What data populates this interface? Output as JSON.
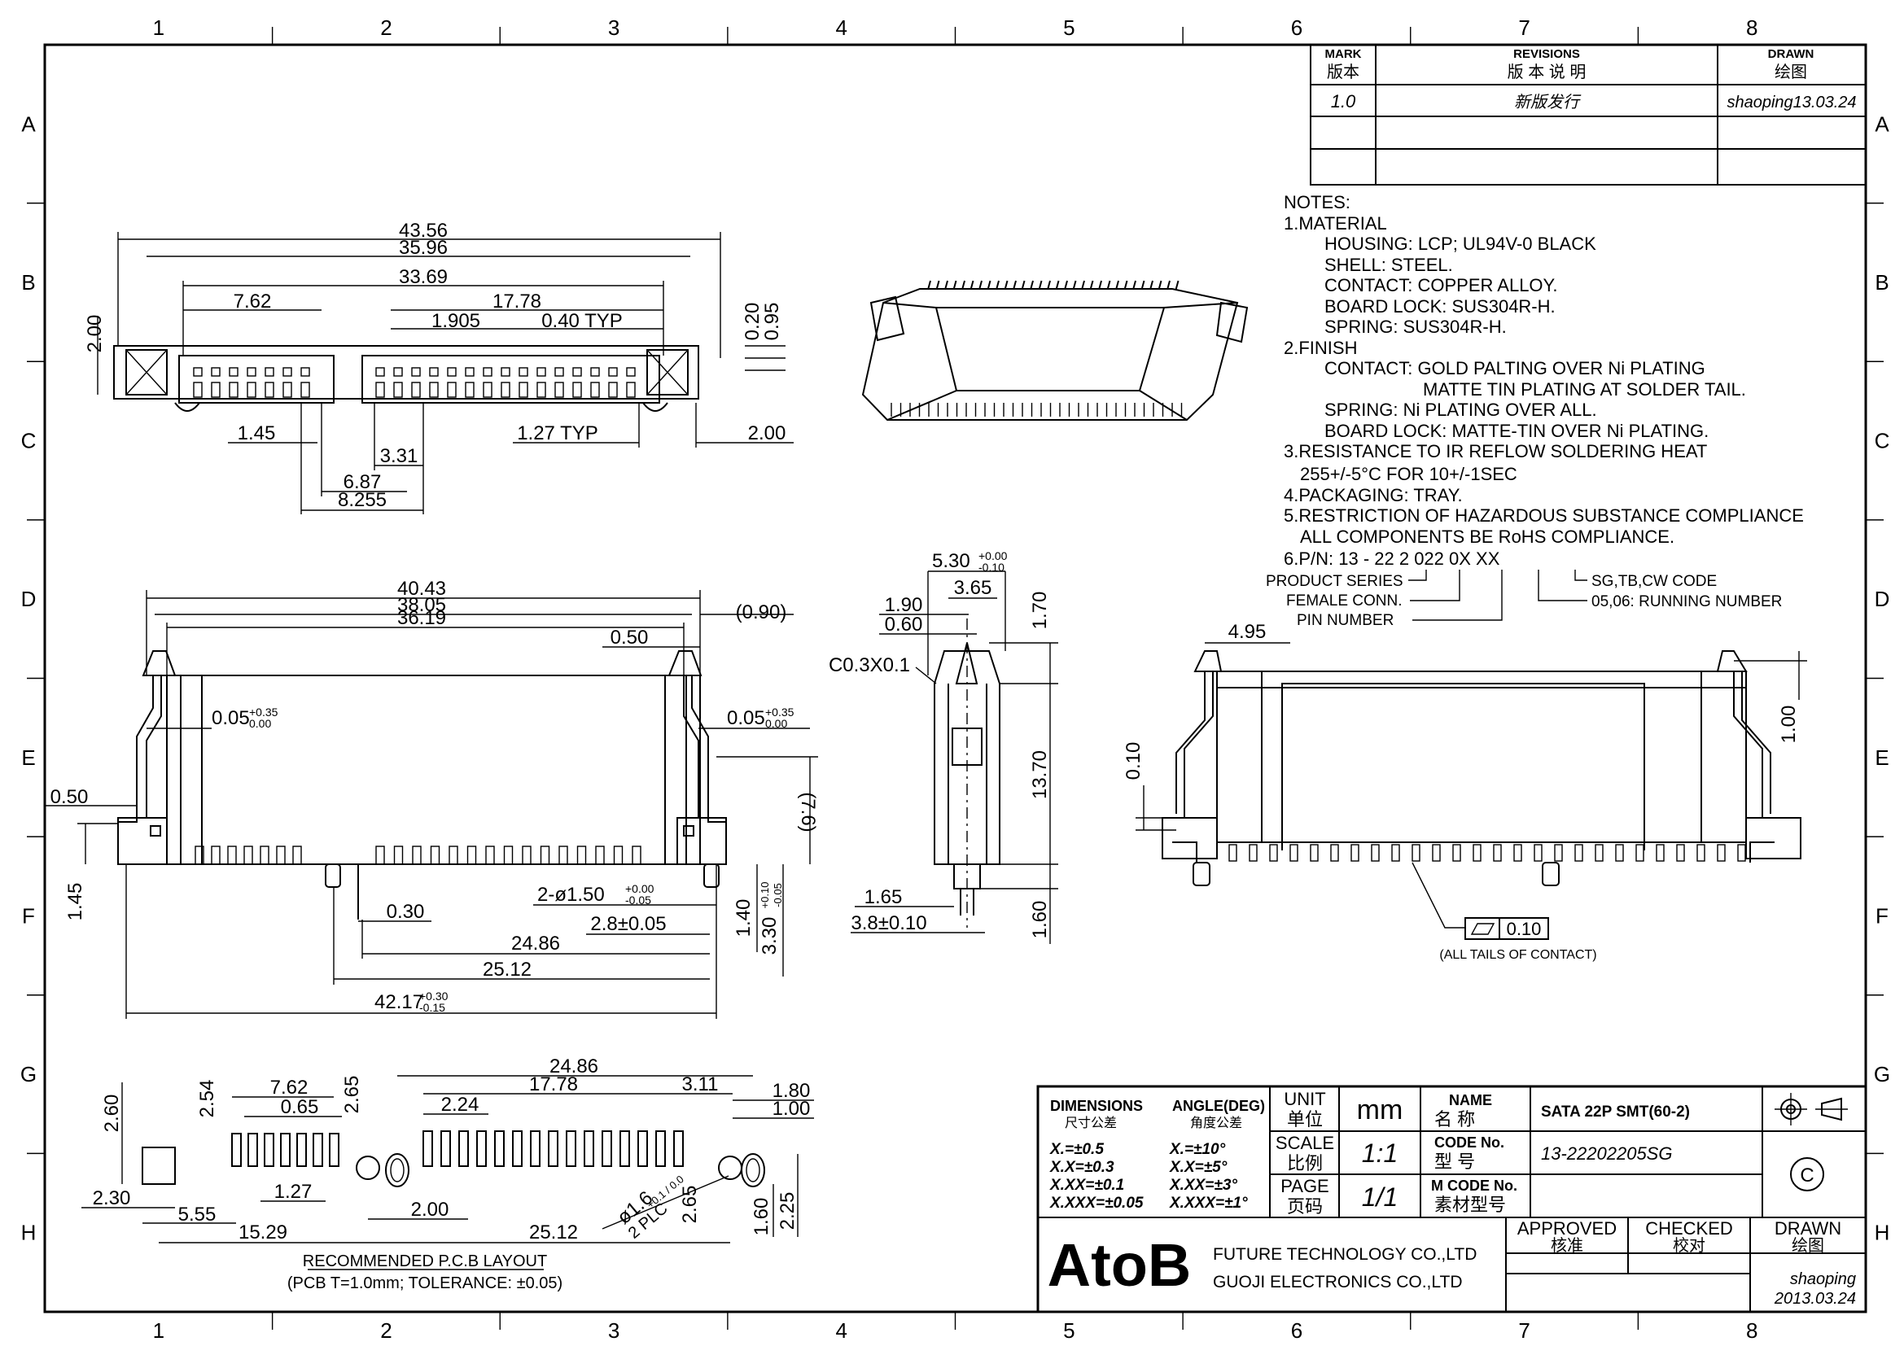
{
  "zones": {
    "columns": [
      "1",
      "2",
      "3",
      "4",
      "5",
      "6",
      "7",
      "8"
    ],
    "rows": [
      "A",
      "B",
      "C",
      "D",
      "E",
      "F",
      "G",
      "H"
    ]
  },
  "revisions": {
    "header_mark": "MARK",
    "header_mark_cn": "版本",
    "header_rev": "REVISIONS",
    "header_rev_cn": "版 本 说 明",
    "header_drawn": "DRAWN",
    "header_drawn_cn": "绘图",
    "rows": [
      {
        "mark": "1.0",
        "desc": "新版发行",
        "drawn": "shaoping13.03.24"
      }
    ]
  },
  "notes": {
    "title": "NOTES:",
    "lines": [
      "1.MATERIAL",
      "HOUSING: LCP; UL94V-0 BLACK",
      "SHELL: STEEL.",
      "CONTACT: COPPER ALLOY.",
      "BOARD LOCK: SUS304R-H.",
      "SPRING: SUS304R-H.",
      "2.FINISH",
      "CONTACT: GOLD PALTING OVER Ni PLATING",
      "MATTE TIN PLATING AT SOLDER TAIL.",
      "SPRING: Ni PLATING OVER ALL.",
      "BOARD LOCK: MATTE-TIN OVER Ni PLATING.",
      "3.RESISTANCE TO IR REFLOW SOLDERING HEAT",
      "255+/-5°C FOR 10+/-1SEC",
      "4.PACKAGING: TRAY.",
      "5.RESTRICTION OF HAZARDOUS SUBSTANCE COMPLIANCE",
      "ALL COMPONENTS BE RoHS COMPLIANCE."
    ],
    "pn_title": "6.P/N: 13 - 22 2 022 0X XX",
    "pn_product_series": "PRODUCT SERIES",
    "pn_female": "FEMALE CONN.",
    "pn_pin": "PIN NUMBER",
    "pn_code": "SG,TB,CW CODE",
    "pn_running": "05,06: RUNNING NUMBER"
  },
  "top_view": {
    "d1": "43.56",
    "d2": "35.96",
    "d3": "33.69",
    "d4": "7.62",
    "d5": "17.78",
    "d6": "1.905",
    "d7": "0.40 TYP",
    "d8": "2.00",
    "d9": "0.20",
    "d10": "0.95",
    "d11": "1.45",
    "d12": "3.31",
    "d13": "6.87",
    "d14": "8.255",
    "d15": "1.27 TYP",
    "d16": "2.00"
  },
  "front_view": {
    "d1": "40.43",
    "d2": "38.05",
    "d3": "36.19",
    "d4": "0.50",
    "d5": "(0.90)",
    "d6": "0.05",
    "d6_tol_top": "+0.35",
    "d6_tol_bot": "0.00",
    "d7": "0.05",
    "d7_tol_top": "+0.35",
    "d7_tol_bot": "0.00",
    "d8": "0.50",
    "d9": "(7.6)",
    "d10": "1.45",
    "d11": "0.30",
    "d12": "2-ø1.50",
    "d12_tol_top": "+0.00",
    "d12_tol_bot": "-0.05",
    "d13": "2.8±0.05",
    "d14": "24.86",
    "d15": "25.12",
    "d16": "42.17",
    "d16_tol_top": "+0.30",
    "d16_tol_bot": "-0.15",
    "d17": "1.40",
    "d18": "3.30",
    "d18_tol_top": "+0.10",
    "d18_tol_bot": "-0.05"
  },
  "side_view": {
    "d1": "5.30",
    "d1_tol_top": "+0.00",
    "d1_tol_bot": "-0.10",
    "d2": "3.65",
    "d3": "1.90",
    "d4": "0.60",
    "d5": "C0.3X0.1",
    "d6": "1.70",
    "d7": "13.70",
    "d8": "1.65",
    "d9": "3.8±0.10",
    "d10": "1.60"
  },
  "rear_view": {
    "d1": "4.95",
    "d2": "1.00",
    "d3": "0.10",
    "tol": "0.10",
    "tol_note": "(ALL TAILS OF CONTACT)"
  },
  "pcb_layout": {
    "d1": "24.86",
    "d2": "17.78",
    "d3": "3.11",
    "d4": "1.80",
    "d5": "1.00",
    "d6": "2.54",
    "d7": "7.62",
    "d8": "0.65",
    "d9": "2.65",
    "d10": "2.24",
    "d11": "2.60",
    "d12": "1.27",
    "d13": "2.30",
    "d14": "5.55",
    "d15": "15.29",
    "d16": "2.00",
    "d17": "25.12",
    "d18": "ø1.6",
    "d18_tol": "+0.1 / 0.0",
    "d19": "2 PLC",
    "d20": "2.65",
    "d21": "1.60",
    "d22": "2.25",
    "caption": "RECOMMENDED P.C.B LAYOUT",
    "subcaption": "(PCB T=1.0mm; TOLERANCE: ±0.05)"
  },
  "title_block": {
    "dimensions_label": "DIMENSIONS",
    "dimensions_cn": "尺寸公差",
    "angle_label": "ANGLE(DEG)",
    "angle_cn": "角度公差",
    "tol1": "X.=±0.5",
    "tol2": "X.X=±0.3",
    "tol3": "X.XX=±0.1",
    "tol4": "X.XXX=±0.05",
    "ang1": "X.=±10°",
    "ang2": "X.X=±5°",
    "ang3": "X.XX=±3°",
    "ang4": "X.XXX=±1°",
    "unit_label": "UNIT",
    "unit_cn": "单位",
    "unit_value": "mm",
    "scale_label": "SCALE",
    "scale_cn": "比例",
    "scale_value": "1:1",
    "page_label": "PAGE",
    "page_cn": "页码",
    "page_value": "1/1",
    "name_label": "NAME",
    "name_cn": "名 称",
    "name_value": "SATA 22P SMT(60-2)",
    "code_label": "CODE No.",
    "code_cn": "型 号",
    "code_value": "13-22202205SG",
    "mcode_label": "M CODE No.",
    "mcode_cn": "素材型号",
    "approved": "APPROVED",
    "approved_cn": "核准",
    "checked": "CHECKED",
    "checked_cn": "校对",
    "drawn": "DRAWN",
    "drawn_cn": "绘图",
    "drawn_by": "shaoping",
    "drawn_date": "2013.03.24",
    "logo": "AtoB",
    "company1": "FUTURE TECHNOLOGY CO.,LTD",
    "company2": "GUOJI ELECTRONICS CO.,LTD",
    "copyright": "C"
  }
}
